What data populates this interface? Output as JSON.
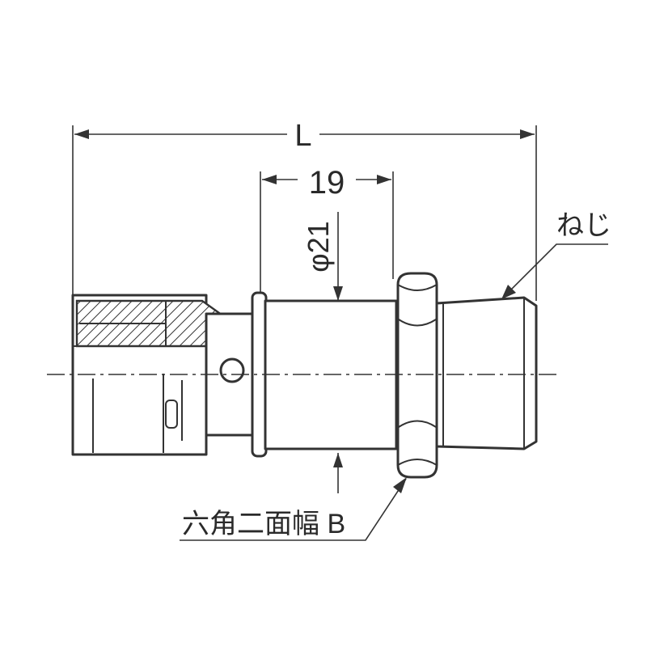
{
  "dimensions": {
    "overall_length_label": "L",
    "inner_length_label": "19",
    "diameter_label": "φ21"
  },
  "callouts": {
    "thread_label": "ねじ",
    "hex_label": "六角二面幅 B"
  },
  "colors": {
    "line": "#333333",
    "background": "#ffffff"
  }
}
